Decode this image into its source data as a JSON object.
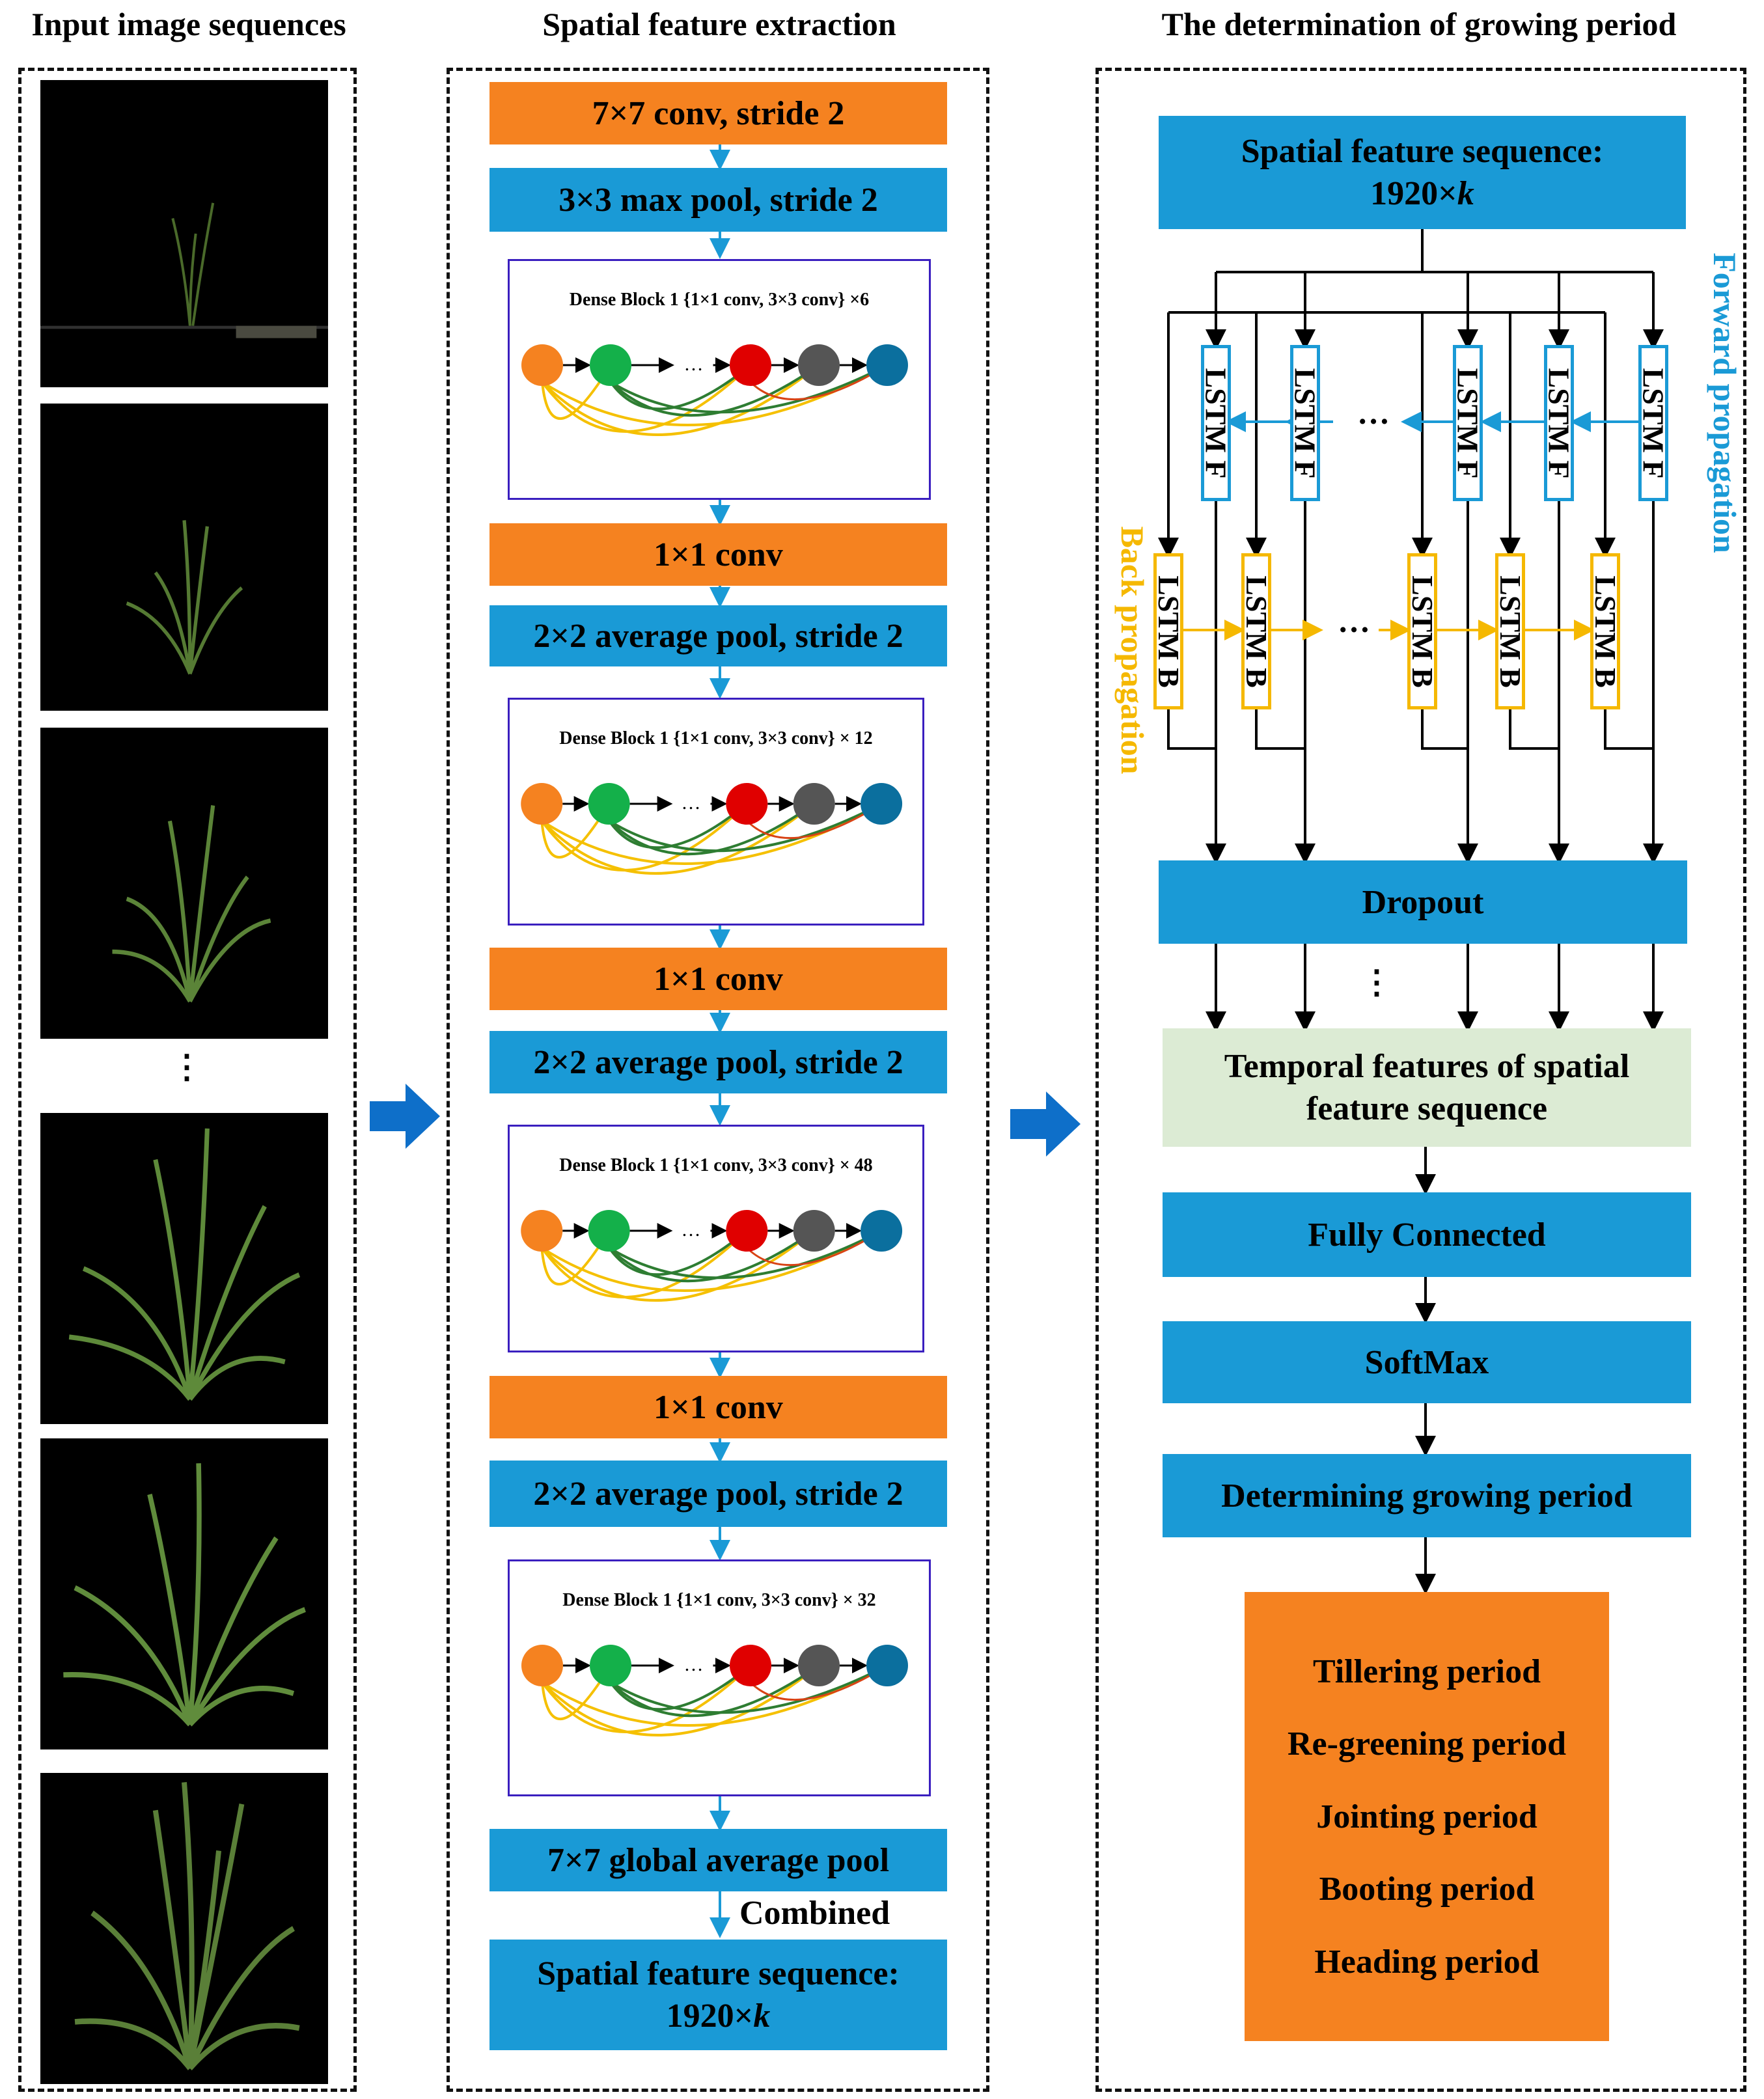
{
  "titles": {
    "input": "Input image sequences",
    "spatial": "Spatial feature extraction",
    "growing": "The determination of growing period"
  },
  "input": {
    "ellipsis": "⋮"
  },
  "spatial": {
    "conv7": "7×7 conv, stride 2",
    "maxpool": "3×3 max pool, stride 2",
    "dense1": "Dense Block 1 {1×1 conv, 3×3 conv} ×6",
    "conv1a": "1×1 conv",
    "avg1": "2×2 average pool,  stride 2",
    "dense2": "Dense Block 1 {1×1 conv, 3×3 conv} × 12",
    "conv1b": "1×1 conv",
    "avg2": "2×2 average pool,  stride 2",
    "dense3": "Dense Block 1 {1×1 conv, 3×3 conv} × 48",
    "conv1c": "1×1 conv",
    "avg3": "2×2 average pool,  stride 2",
    "dense4": "Dense Block 1 {1×1 conv, 3×3 conv} × 32",
    "gap": "7×7 global average pool",
    "combined": "Combined",
    "seq_line1": "Spatial feature sequence:",
    "seq_line2": "1920×",
    "seq_k": "k",
    "dense_ellipsis": "…"
  },
  "growing": {
    "seq_line1": "Spatial feature sequence:",
    "seq_line2": "1920×",
    "seq_k": "k",
    "forward_label": "Forward propagation",
    "back_label": "Back propagation",
    "lstm_f": "LSTM F",
    "lstm_b": "LSTM B",
    "ellipsis": "…",
    "ellipsis_v": "⋮",
    "dropout": "Dropout",
    "temporal": "Temporal features of spatial feature sequence",
    "fc": "Fully Connected",
    "softmax": "SoftMax",
    "determining": "Determining growing period",
    "periods": [
      "Tillering period",
      "Re-greening period",
      "Jointing period",
      "Booting period",
      "Heading period"
    ]
  },
  "colors": {
    "orange": "#f58220",
    "blue": "#1a9ad6",
    "yellow": "#f5b800",
    "green_panel": "#dcebd4",
    "dense_border": "#3a1fbf"
  }
}
